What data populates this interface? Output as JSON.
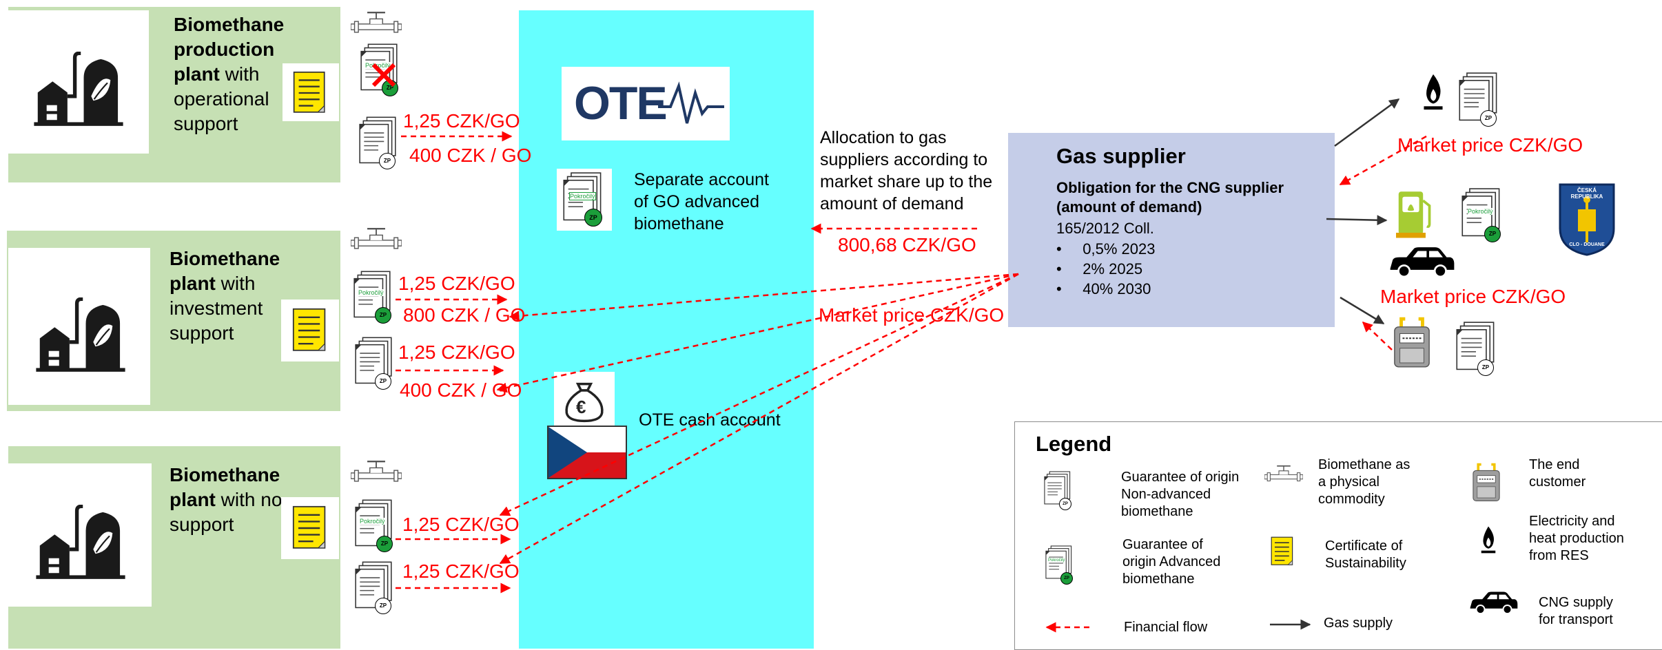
{
  "plants": [
    {
      "title_bold": "Biomethane production plant",
      "title_rest": " with operational support"
    },
    {
      "title_bold": "Biomethane plant",
      "title_rest": " with investment support"
    },
    {
      "title_bold": "Biomethane plant",
      "title_rest": " with no support"
    }
  ],
  "flows": {
    "p1_go_price": "1,25 CZK/GO",
    "p1_support": "400 CZK / GO",
    "p2_adv_price": "1,25 CZK/GO",
    "p2_adv_support": "800 CZK / GO",
    "p2_non_price": "1,25 CZK/GO",
    "p2_non_support": "400 CZK / GO",
    "p3_adv_price": "1,25 CZK/GO",
    "p3_non_price": "1,25 CZK/GO",
    "allocation_price": "800,68 CZK/GO",
    "market_price_mid": "Market price CZK/GO",
    "market_price_top": "Market price CZK/GO",
    "market_price_bottom": "Market price CZK/GO"
  },
  "go_badge": {
    "pokrocily": "Pokročilý",
    "zp": "ZP"
  },
  "ote": {
    "logo_text": "OTE",
    "separate_account": "Separate account of GO advanced biomethane",
    "cash_account": "OTE cash account",
    "euro_symbol": "€"
  },
  "allocation_text": "Allocation to gas suppliers according to market share up to the amount of demand",
  "supplier": {
    "title": "Gas supplier",
    "obligation": "Obligation for the CNG supplier (amount of demand)",
    "law": "165/2012 Coll.",
    "targets": [
      "0,5% 2023",
      "2% 2025",
      "40% 2030"
    ]
  },
  "customs_seal": {
    "top": "ČESKÁ REPUBLIKA",
    "bottom": "CLO - DOUANE"
  },
  "legend": {
    "title": "Legend",
    "go_non_advanced": "Guarantee of origin Non-advanced biomethane",
    "biomethane_commodity": "Biomethane as a physical commodity",
    "end_customer": "The end customer",
    "go_advanced": "Guarantee of origin Advanced biomethane",
    "sustainability": "Certificate of Sustainability",
    "electricity_heat": "Electricity and heat production from RES",
    "financial_flow": "Financial flow",
    "gas_supply": "Gas supply",
    "cng_supply": "CNG supply for transport"
  },
  "colors": {
    "plant_bg": "#c6e0b4",
    "ote_bg": "#66ffff",
    "supplier_bg": "#c5cde8",
    "financial_flow": "#ff0000",
    "gas_flow": "#333333",
    "ote_logo": "#1f3864"
  }
}
